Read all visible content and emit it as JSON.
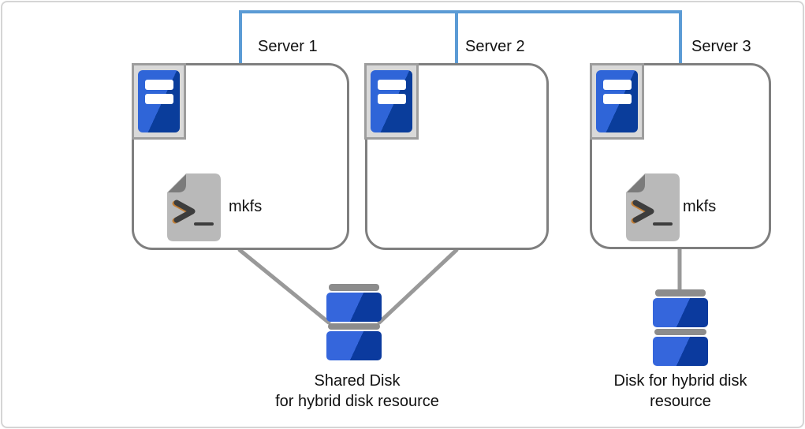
{
  "diagram": {
    "type": "cluster-topology",
    "network_line_color": "#5b9bd5",
    "box_border_color": "#7f7f7f",
    "connector_line_color": "#999999",
    "server_blue_light": "#2f65d8",
    "server_blue_dark": "#0a3d9b",
    "disk_bar_gray": "#8c8c8c"
  },
  "servers": [
    {
      "label": "Server 1",
      "icon": "server-tower-icon",
      "script_icon": "shell-script-icon",
      "script_label": "mkfs"
    },
    {
      "label": "Server 2",
      "icon": "server-tower-icon"
    },
    {
      "label": "Server 3",
      "icon": "server-tower-icon",
      "script_icon": "shell-script-icon",
      "script_label": "mkfs"
    }
  ],
  "disks": [
    {
      "icon": "disk-stack-icon",
      "caption_line1": "Shared Disk",
      "caption_line2": "for hybrid disk resource",
      "connected_to": [
        "Server 1",
        "Server 2"
      ]
    },
    {
      "icon": "disk-stack-icon",
      "caption_line1": "Disk for hybrid disk",
      "caption_line2": "resource",
      "connected_to": [
        "Server 3"
      ]
    }
  ]
}
